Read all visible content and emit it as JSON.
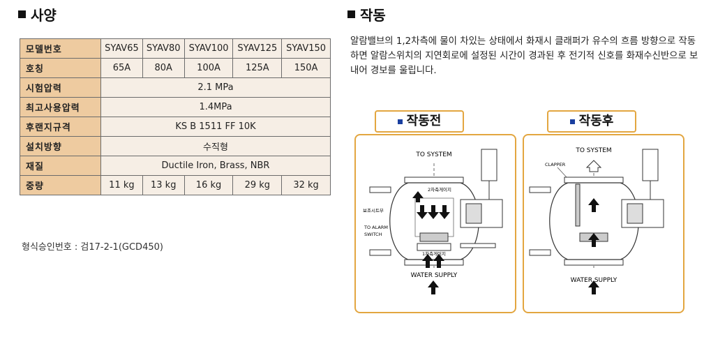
{
  "spec": {
    "heading": "사양",
    "rows": [
      {
        "label": "모델번호",
        "values": [
          "SYAV65",
          "SYAV80",
          "SYAV100",
          "SYAV125",
          "SYAV150"
        ]
      },
      {
        "label": "호칭",
        "values": [
          "65A",
          "80A",
          "100A",
          "125A",
          "150A"
        ]
      },
      {
        "label": "시험압력",
        "span": "2.1 MPa"
      },
      {
        "label": "최고사용압력",
        "span": "1.4MPa"
      },
      {
        "label": "후랜지규격",
        "span": "KS B 1511 FF 10K"
      },
      {
        "label": "설치방향",
        "span": "수직형"
      },
      {
        "label": "재질",
        "span": "Ductile Iron, Brass, NBR"
      },
      {
        "label": "중량",
        "values": [
          "11 kg",
          "13 kg",
          "16 kg",
          "29 kg",
          "32 kg"
        ]
      }
    ],
    "approval": "형식승인번호 : 검17-2-1(GCD450)"
  },
  "operation": {
    "heading": "작동",
    "description": "알람밸브의 1,2차측에 물이 차있는 상태에서 화재시 클래퍼가 유수의 흐름 방향으로 작동하면 알람스위치의 지연회로에 설정된 시간이 경과된 후 전기적 신호를 화재수신반으로 보내어 경보를 울립니다.",
    "before": {
      "title": "작동전",
      "to_system": "TO SYSTEM",
      "secondary": "2차측게이지",
      "seat": "보조시트부",
      "alarm_line1": "TO ALARM",
      "alarm_line2": "SWITCH",
      "primary": "1차측게이지",
      "water_supply": "WATER SUPPLY"
    },
    "after": {
      "title": "작동후",
      "to_system": "TO SYSTEM",
      "clapper": "CLAPPER",
      "water_supply": "WATER SUPPLY"
    }
  },
  "colors": {
    "label_bg": "#eecba0",
    "cell_bg": "#f6eee5",
    "panel_border": "#e3a640",
    "title_dot": "#1a3fa0"
  }
}
